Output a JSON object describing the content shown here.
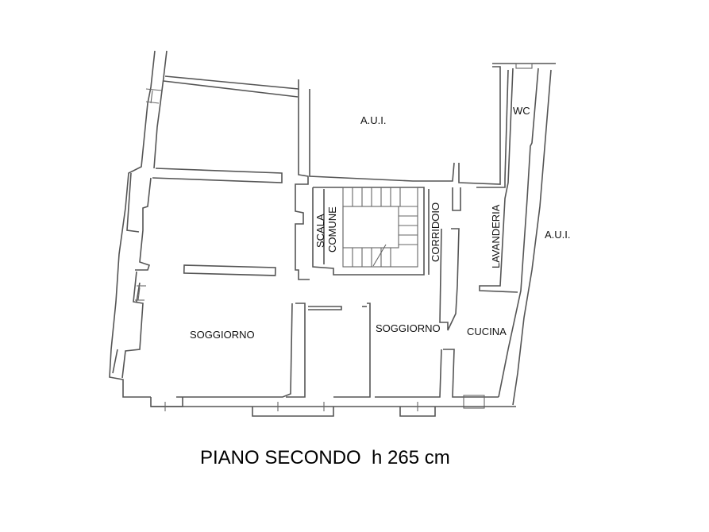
{
  "floor_plan": {
    "caption": "PIANO SECONDO  h 265 cm",
    "rooms": [
      {
        "id": "aui-top",
        "label": "A.U.I."
      },
      {
        "id": "wc",
        "label": "WC"
      },
      {
        "id": "scala",
        "label": "SCALA"
      },
      {
        "id": "comune",
        "label": "COMUNE"
      },
      {
        "id": "corridoio",
        "label": "CORRIDOIO"
      },
      {
        "id": "lavanderia",
        "label": "LAVANDERIA"
      },
      {
        "id": "aui-right",
        "label": "A.U.I."
      },
      {
        "id": "soggiorno-left",
        "label": "SOGGIORNO"
      },
      {
        "id": "soggiorno-right",
        "label": "SOGGIORNO"
      },
      {
        "id": "cucina",
        "label": "CUCINA"
      }
    ],
    "colors": {
      "wall": "#555555",
      "text": "#111111",
      "background": "#ffffff"
    }
  }
}
